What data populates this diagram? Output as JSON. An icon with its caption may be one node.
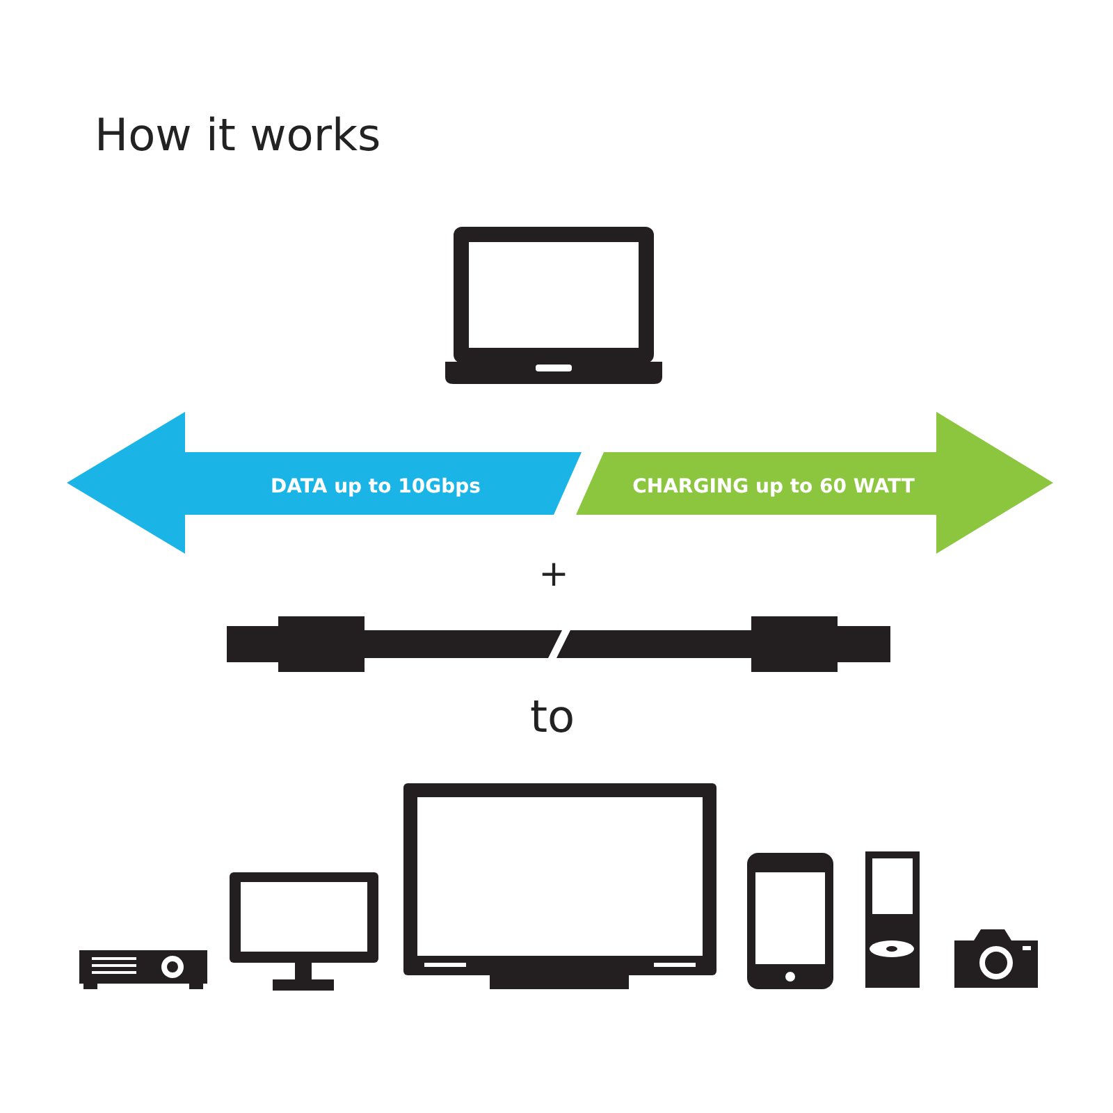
{
  "diagram": {
    "title": "How it works",
    "nodes": [
      {
        "text": [
          "DATA up to 10Gbps"
        ]
      },
      {
        "text": [
          "CHARGING up to 60 WATT"
        ]
      }
    ],
    "labels": [
      "+",
      "to"
    ]
  }
}
